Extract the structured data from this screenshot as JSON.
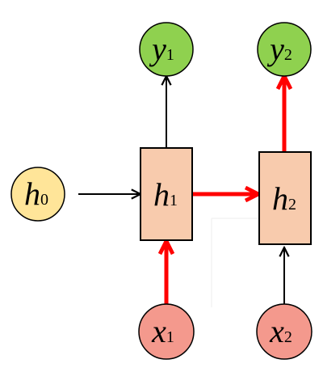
{
  "colors": {
    "output_node": "#8fd14f",
    "initial_state_node": "#ffe599",
    "input_node": "#f4998d",
    "hidden_state_box": "#f8cbad",
    "highlight_arrow": "#ff0000",
    "plain_arrow": "#000000",
    "outline": "#000000"
  },
  "nodes": {
    "y1": {
      "var": "y",
      "sub": "1"
    },
    "y2": {
      "var": "y",
      "sub": "2"
    },
    "h0": {
      "var": "h",
      "sub": "0"
    },
    "h1": {
      "var": "h",
      "sub": "1"
    },
    "h2": {
      "var": "h",
      "sub": "2"
    },
    "x1": {
      "var": "x",
      "sub": "1"
    },
    "x2": {
      "var": "x",
      "sub": "2"
    }
  }
}
